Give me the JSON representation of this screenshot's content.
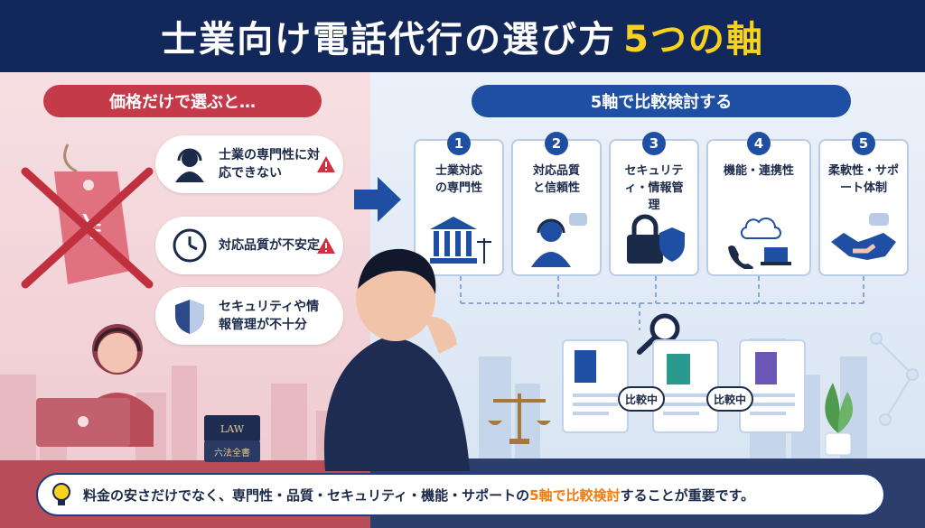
{
  "title": {
    "main": "士業向け電話代行の選び方",
    "highlight": "5つの軸"
  },
  "left": {
    "header": "価格だけで選ぶと…",
    "concerns": [
      {
        "text": "士業の専門性に対応できない",
        "icon": "operator-icon",
        "warning": true
      },
      {
        "text": "対応品質が不安定",
        "icon": "clock-icon",
        "warning": true
      },
      {
        "text": "セキュリティや情報管理が不十分",
        "icon": "shield-icon",
        "warning": false
      }
    ],
    "price_tag_symbol": "¥"
  },
  "right": {
    "header": "5軸で比較検討する",
    "axes": [
      {
        "num": "1",
        "label": "士業対応の専門性",
        "icon": "courthouse-scale-icon"
      },
      {
        "num": "2",
        "label": "対応品質と信頼性",
        "icon": "operator-chat-icon"
      },
      {
        "num": "3",
        "label": "セキュリティ・情報管理",
        "icon": "lock-shield-icon"
      },
      {
        "num": "4",
        "label": "機能・連携性",
        "icon": "phone-cloud-laptop-icon"
      },
      {
        "num": "5",
        "label": "柔軟性・サポート体制",
        "icon": "handshake-icon"
      }
    ],
    "compare_tags": [
      "比較中",
      "比較中"
    ]
  },
  "books": [
    "LAW",
    "六法全書"
  ],
  "bottom_note": {
    "before": "料金の安さだけでなく、専門性・品質・セキュリティ・機能・サポートの",
    "emphasis": "5軸で比較検討",
    "after": "することが重要です。"
  },
  "colors": {
    "navy": "#13285a",
    "red": "#c53a49",
    "blue": "#1f4fa3",
    "accent": "#f07c10",
    "yellow": "#f7d21e"
  }
}
